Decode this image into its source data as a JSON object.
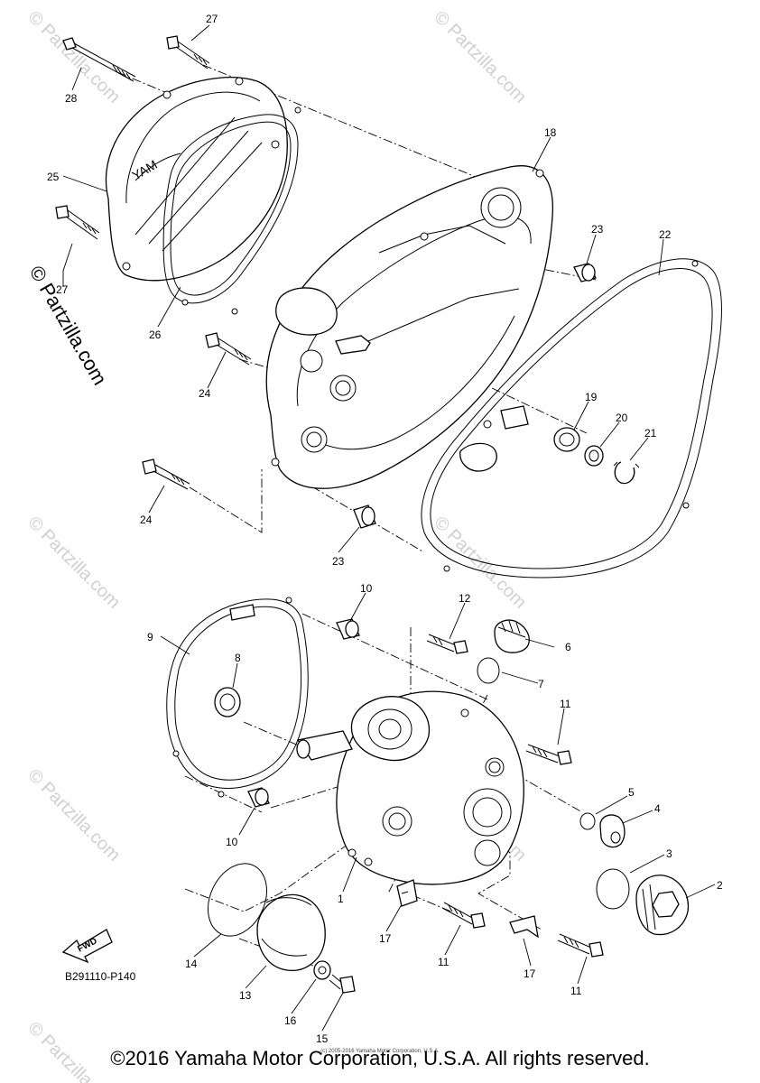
{
  "diagram": {
    "code": "B291110-P140",
    "fwd_label": "FWD",
    "copyright": "©2016 Yamaha Motor Corporation, U.S.A. All rights reserved.",
    "copyright_small": "(c) 2005-2016 Yamaha Motor Corporation, U.S.A.",
    "watermark": "© Partzilla.com",
    "callouts": {
      "c1": "1",
      "c2": "2",
      "c3": "3",
      "c4": "4",
      "c5": "5",
      "c6": "6",
      "c7": "7",
      "c8": "8",
      "c9": "9",
      "c10a": "10",
      "c10b": "10",
      "c11a": "11",
      "c11b": "11",
      "c11c": "11",
      "c12": "12",
      "c13": "13",
      "c14": "14",
      "c15": "15",
      "c16": "16",
      "c17a": "17",
      "c17b": "17",
      "c18": "18",
      "c19": "19",
      "c20": "20",
      "c21": "21",
      "c22": "22",
      "c23a": "23",
      "c23b": "23",
      "c24a": "24",
      "c24b": "24",
      "c25": "25",
      "c26": "26",
      "c27a": "27",
      "c27b": "27",
      "c28": "28"
    }
  }
}
